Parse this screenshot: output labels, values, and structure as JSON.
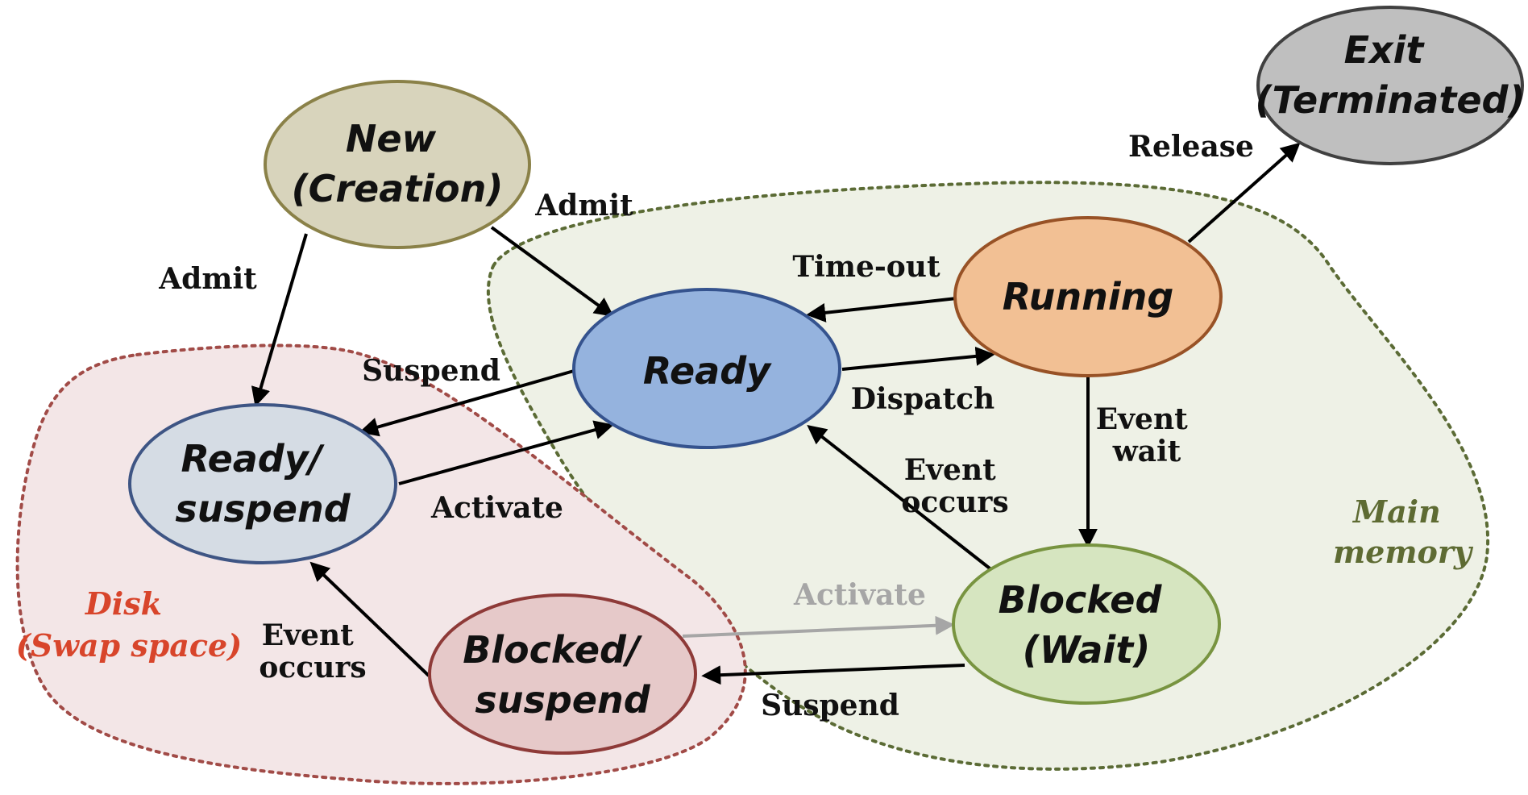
{
  "colors": {
    "main_memory_fill": "#eef1e6",
    "main_memory_stroke": "#5b6b35",
    "disk_fill": "#f3e6e7",
    "disk_stroke": "#a14b47",
    "disk_label": "#d8452b",
    "main_memory_label": "#5e6b33",
    "arrow": "#000000",
    "arrow_gray": "#a6a6a6"
  },
  "regions": {
    "main_memory": {
      "line1": "Main",
      "line2": "memory"
    },
    "disk": {
      "line1": "Disk",
      "line2": "(Swap space)"
    }
  },
  "states": {
    "new": {
      "line1": "New",
      "line2": "(Creation)",
      "fill": "#d8d4bc",
      "stroke": "#8a8148"
    },
    "exit": {
      "line1": "Exit",
      "line2": "(Terminated)",
      "fill": "#bfbfbf",
      "stroke": "#404040"
    },
    "ready": {
      "line1": "Ready",
      "fill": "#95b3de",
      "stroke": "#35538e"
    },
    "running": {
      "line1": "Running",
      "fill": "#f2c094",
      "stroke": "#985226"
    },
    "ready_suspend": {
      "line1": "Ready/",
      "line2": "suspend",
      "fill": "#d5dce4",
      "stroke": "#3e5584"
    },
    "blocked": {
      "line1": "Blocked",
      "line2": "(Wait)",
      "fill": "#d6e5c0",
      "stroke": "#789440"
    },
    "blocked_suspend": {
      "line1": "Blocked/",
      "line2": "suspend",
      "fill": "#e6c9c9",
      "stroke": "#8e3a38"
    }
  },
  "edges": {
    "admit_ready": "Admit",
    "admit_ready_suspend": "Admit",
    "release": "Release",
    "time_out": "Time-out",
    "dispatch": "Dispatch",
    "suspend_ready": "Suspend",
    "activate_ready_suspend": "Activate",
    "event_wait": {
      "line1": "Event",
      "line2": "wait"
    },
    "event_occurs_blocked": {
      "line1": "Event",
      "line2": "occurs"
    },
    "event_occurs_blocked_suspend": {
      "line1": "Event",
      "line2": "occurs"
    },
    "activate_blocked_suspend": "Activate",
    "suspend_blocked": "Suspend"
  }
}
